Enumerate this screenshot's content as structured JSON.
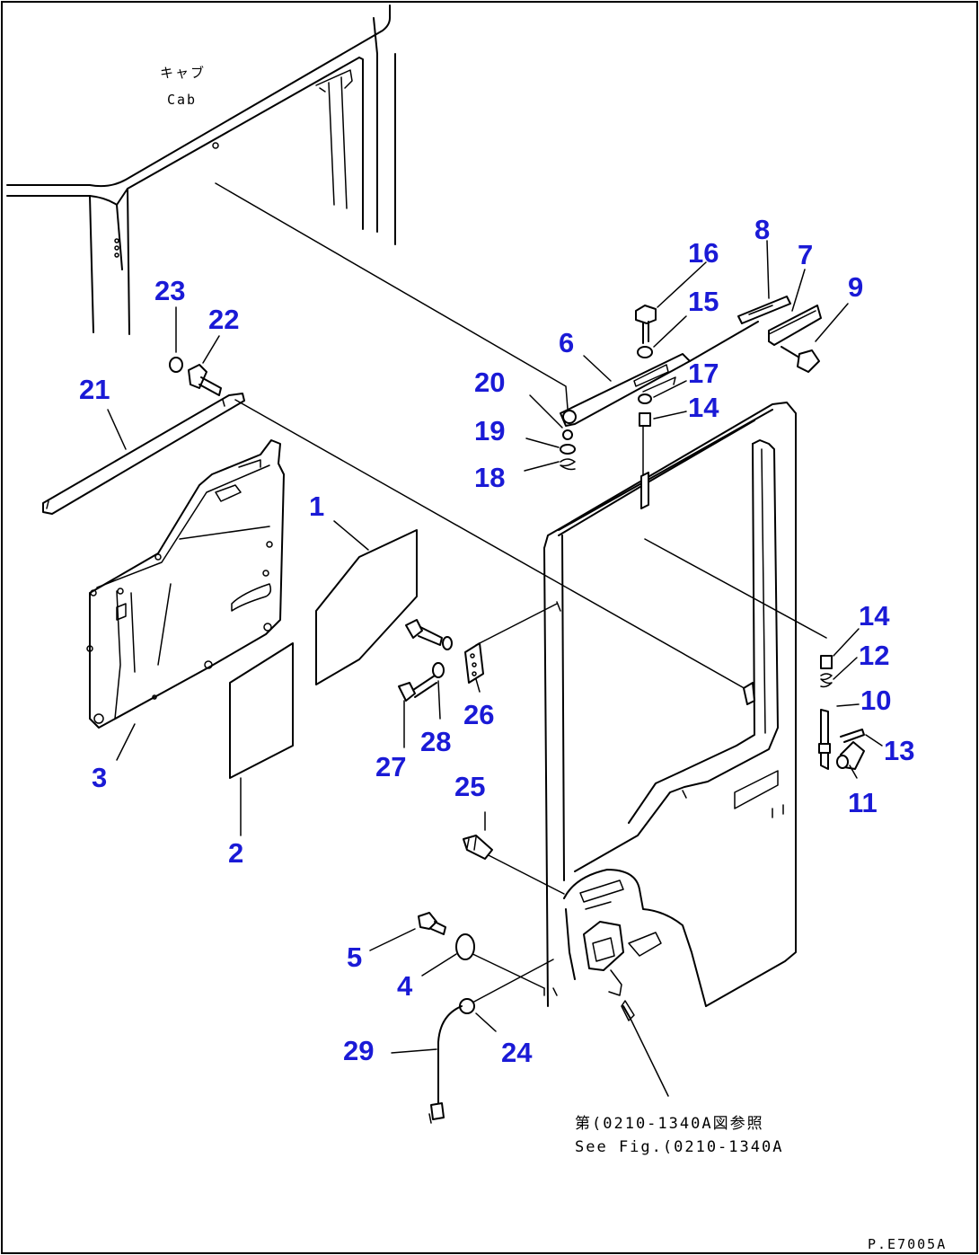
{
  "cab_label": {
    "jp": "キャブ",
    "en": "Cab"
  },
  "reference_note": {
    "jp": "第(0210-1340A図参照",
    "en": "See Fig.(0210-1340A"
  },
  "figure_id": "P.E7005A",
  "callouts": [
    {
      "id": "c1",
      "text": "1"
    },
    {
      "id": "c2",
      "text": "2"
    },
    {
      "id": "c3",
      "text": "3"
    },
    {
      "id": "c4",
      "text": "4"
    },
    {
      "id": "c5",
      "text": "5"
    },
    {
      "id": "c6",
      "text": "6"
    },
    {
      "id": "c7",
      "text": "7"
    },
    {
      "id": "c8",
      "text": "8"
    },
    {
      "id": "c9",
      "text": "9"
    },
    {
      "id": "c10",
      "text": "10"
    },
    {
      "id": "c11",
      "text": "11"
    },
    {
      "id": "c12",
      "text": "12"
    },
    {
      "id": "c13",
      "text": "13"
    },
    {
      "id": "c14a",
      "text": "14"
    },
    {
      "id": "c14b",
      "text": "14"
    },
    {
      "id": "c15",
      "text": "15"
    },
    {
      "id": "c16",
      "text": "16"
    },
    {
      "id": "c17",
      "text": "17"
    },
    {
      "id": "c18",
      "text": "18"
    },
    {
      "id": "c19",
      "text": "19"
    },
    {
      "id": "c20",
      "text": "20"
    },
    {
      "id": "c21",
      "text": "21"
    },
    {
      "id": "c22",
      "text": "22"
    },
    {
      "id": "c23",
      "text": "23"
    },
    {
      "id": "c24",
      "text": "24"
    },
    {
      "id": "c25",
      "text": "25"
    },
    {
      "id": "c26",
      "text": "26"
    },
    {
      "id": "c27",
      "text": "27"
    },
    {
      "id": "c28",
      "text": "28"
    },
    {
      "id": "c29",
      "text": "29"
    }
  ],
  "colors": {
    "callout": "#1a1ad6",
    "linework": "#000000",
    "background": "#ffffff"
  }
}
